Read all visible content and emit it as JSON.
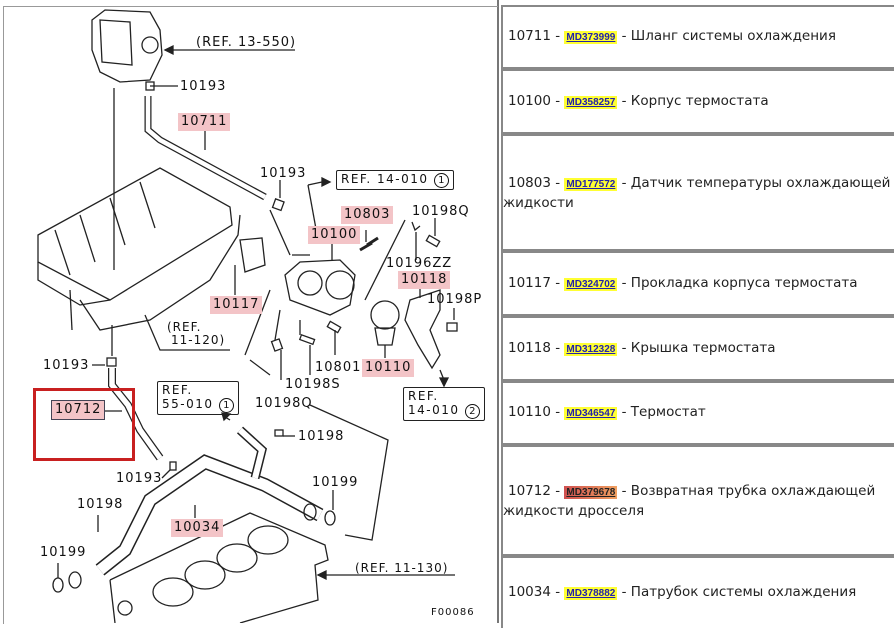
{
  "diagram": {
    "labels": {
      "ref_13_550": "(REF. 13-550)",
      "p10193_a": "10193",
      "p10711": "10711",
      "p10193_b": "10193",
      "ref_14_010_1": "REF. 14-010",
      "ref_14_010_1_num": "1",
      "p10803": "10803",
      "p10198Q_a": "10198Q",
      "p10100": "10100",
      "p10196ZZ": "10196ZZ",
      "p10118": "10118",
      "p10198P": "10198P",
      "p10117": "10117",
      "ref_11_120_a": "(REF.",
      "ref_11_120_b": "11-120)",
      "p10193_c": "10193",
      "p10801": "10801",
      "p10110": "10110",
      "p10198S": "10198S",
      "ref_14_010_2_a": "REF.",
      "ref_14_010_2_b": "14-010",
      "ref_14_010_2_num": "2",
      "p10712": "10712",
      "ref_55_010_a": "REF.",
      "ref_55_010_b": "55-010",
      "ref_55_010_num": "1",
      "p10198Q_b": "10198Q",
      "p10198_a": "10198",
      "p10193_d": "10193",
      "p10199_a": "10199",
      "p10198_b": "10198",
      "p10034": "10034",
      "p10199_b": "10199",
      "ref_11_130": "(REF. 11-130)",
      "figure_id": "F00086"
    },
    "colors": {
      "highlight": "#f3c4c7",
      "selection_box": "#c82020"
    }
  },
  "parts": [
    {
      "num": "10711",
      "code": "MD373999",
      "sep": " - ",
      "desc": "- Шланг системы охлаждения"
    },
    {
      "num": "10100",
      "code": "MD358257",
      "sep": " - ",
      "desc": "- Корпус термостата"
    },
    {
      "num": "10803",
      "code": "MD177572",
      "sep": " - ",
      "desc": "- Датчик температуры охлаждающей жидкости"
    },
    {
      "num": "10117",
      "code": "MD324702",
      "sep": " - ",
      "desc": "- Прокладка корпуса термостата"
    },
    {
      "num": "10118",
      "code": "MD312328",
      "sep": " - ",
      "desc": "- Крышка термостата"
    },
    {
      "num": "10110",
      "code": "MD346547",
      "sep": " - ",
      "desc": "- Термостат"
    },
    {
      "num": "10712",
      "code": "MD379678",
      "sep": " - ",
      "desc": "- Возвратная трубка охлаждающей жидкости дросселя",
      "selected": true
    },
    {
      "num": "10034",
      "code": "MD378882",
      "sep": " - ",
      "desc": "- Патрубок системы охлаждения"
    }
  ]
}
